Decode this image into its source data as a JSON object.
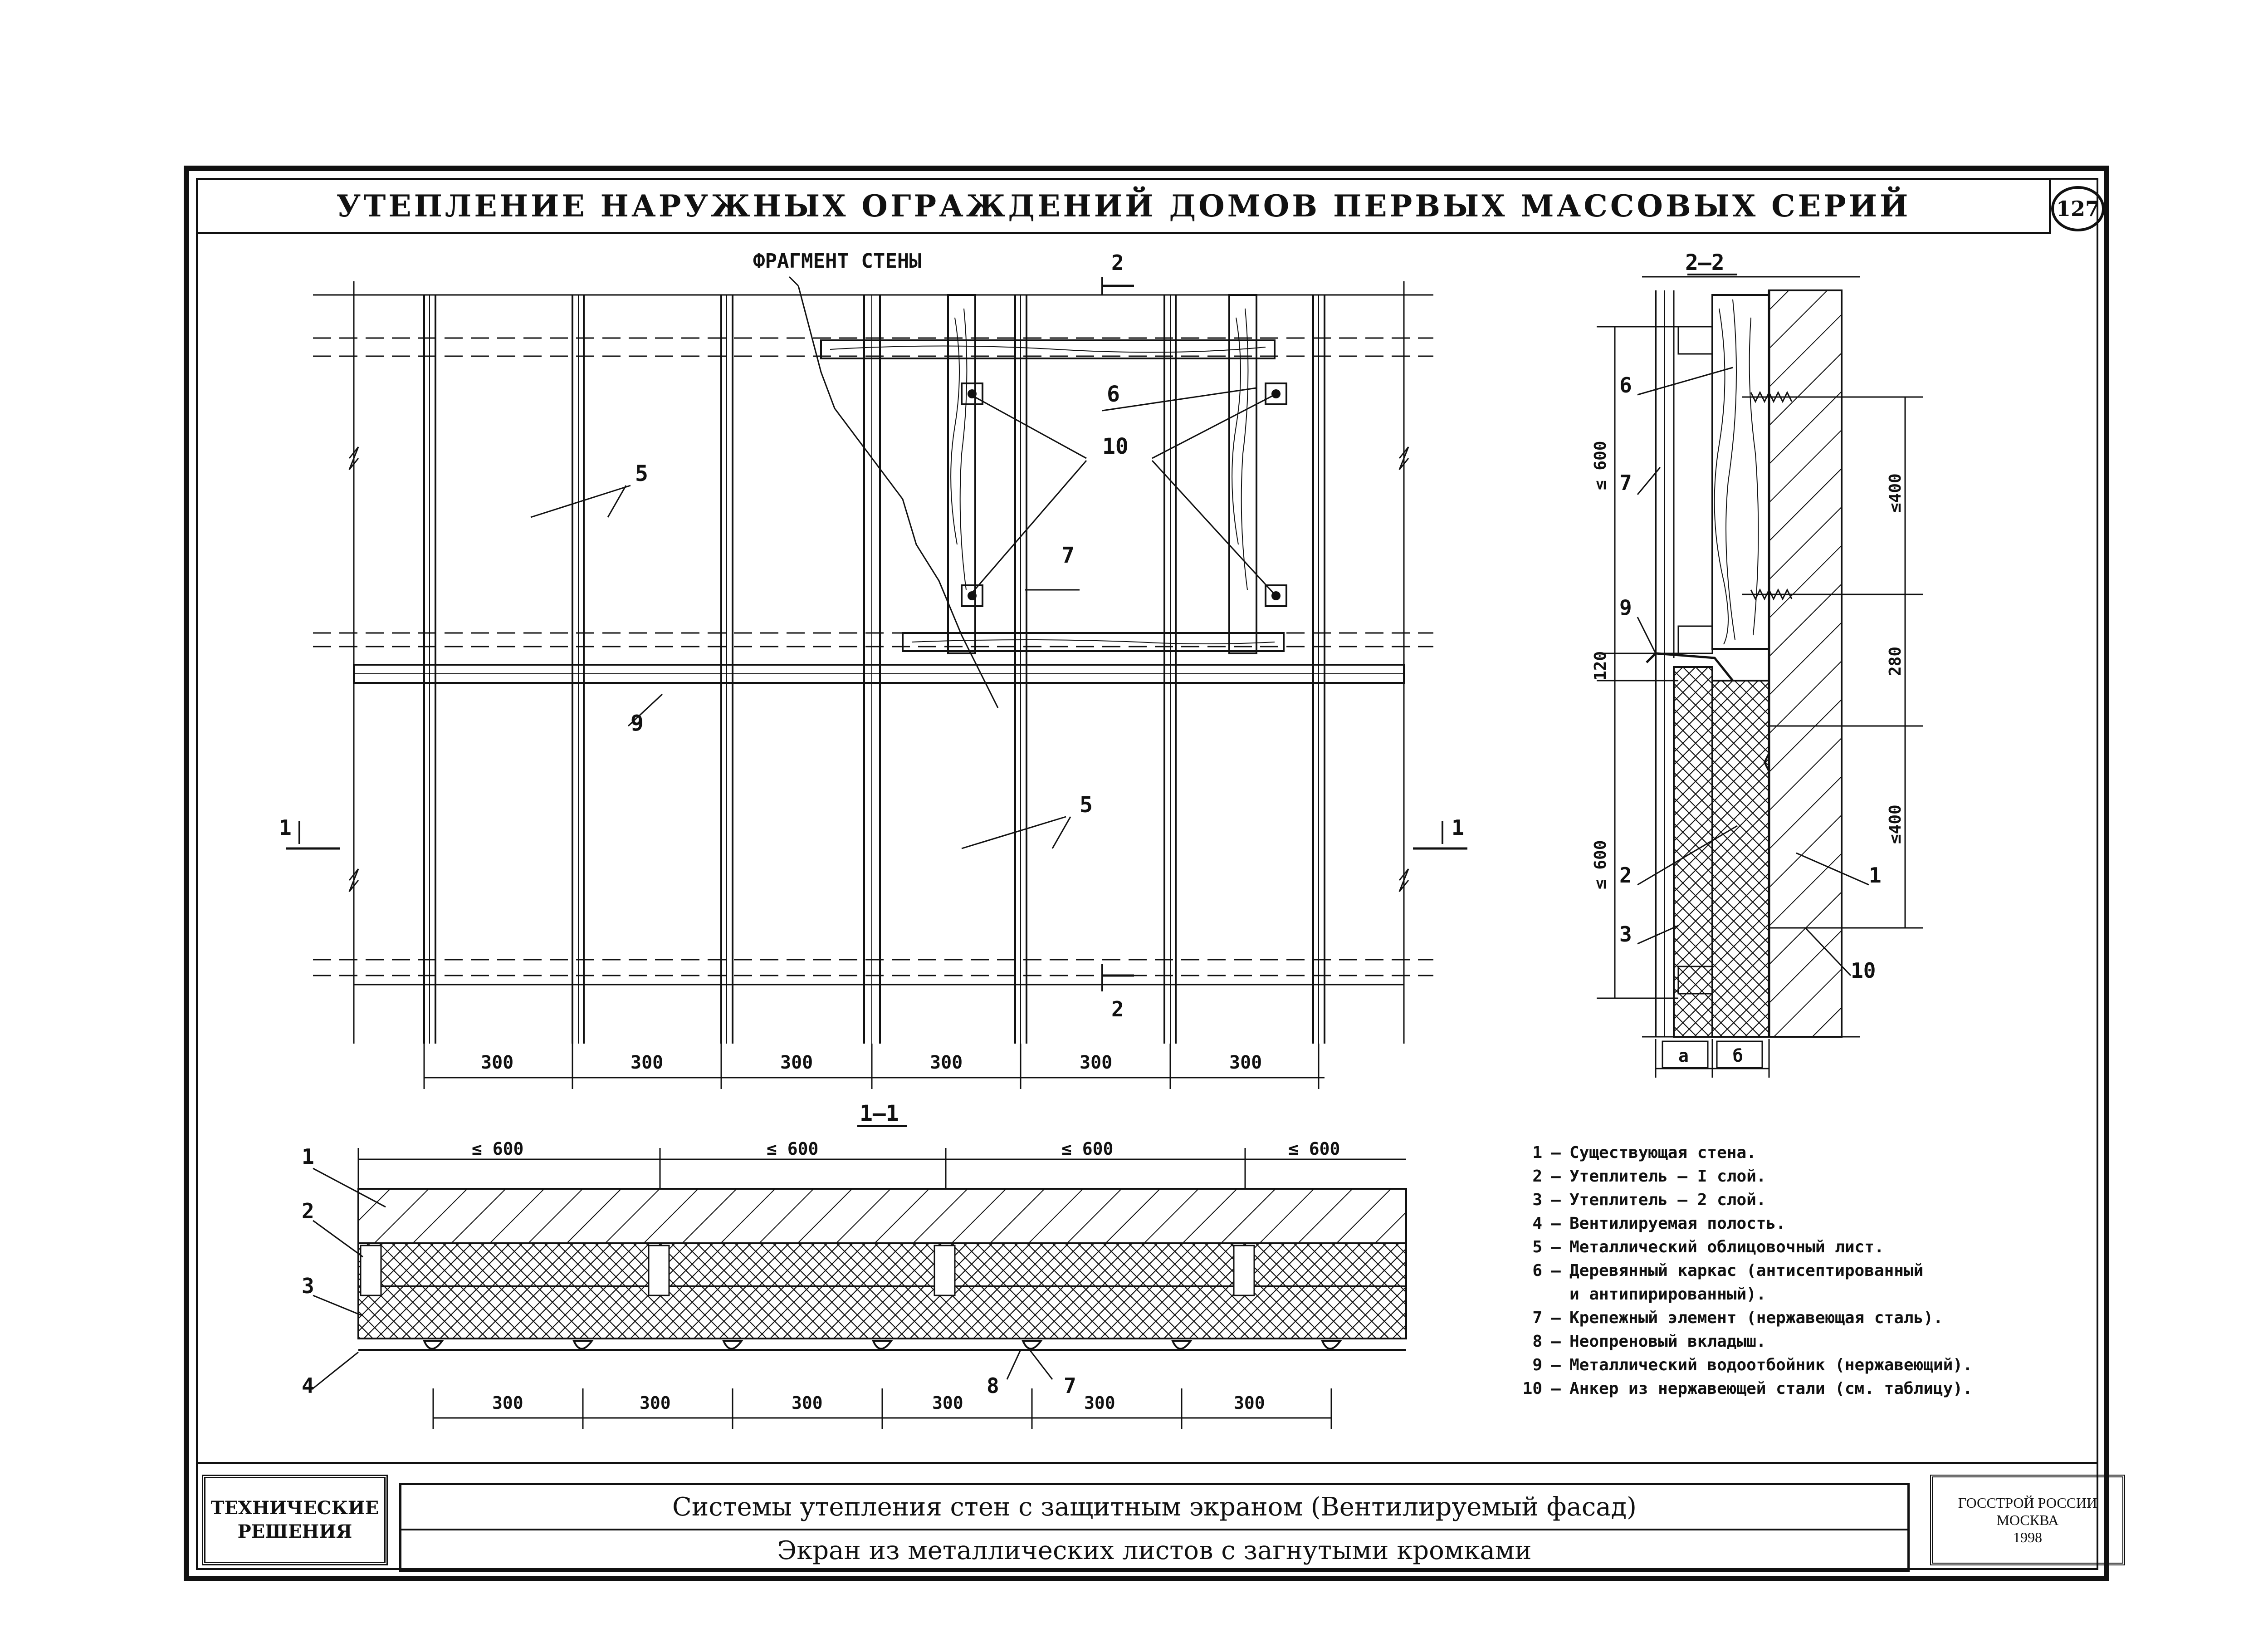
{
  "header": {
    "title": "УТЕПЛЕНИЕ НАРУЖНЫХ ОГРАЖДЕНИЙ ДОМОВ ПЕРВЫХ МАССОВЫХ СЕРИЙ",
    "page_number": "127"
  },
  "fragment": {
    "caption": "ФРАГМЕНТ СТЕНЫ",
    "section_mark_2": "2",
    "section_mark_1": "1",
    "callouts": [
      "5",
      "6",
      "10",
      "7",
      "9",
      "5"
    ],
    "dims": [
      "300",
      "300",
      "300",
      "300",
      "300",
      "300"
    ]
  },
  "section_22": {
    "title": "2–2",
    "callouts": [
      "6",
      "7",
      "9",
      "2",
      "3",
      "1",
      "10"
    ],
    "dims_left": [
      "≤ 600",
      "120",
      "≤ 600"
    ],
    "dims_right": [
      "≤400",
      "280",
      "≤400"
    ],
    "dims_bottom": [
      "а",
      "б"
    ]
  },
  "section_11": {
    "title": "1–1",
    "dims_top": [
      "≤ 600",
      "≤ 600",
      "≤ 600",
      "≤ 600"
    ],
    "dims_bottom": [
      "300",
      "300",
      "300",
      "300",
      "300",
      "300"
    ],
    "callouts": [
      "1",
      "2",
      "3",
      "4",
      "8",
      "7"
    ]
  },
  "legend": [
    {
      "num": "1",
      "text": "Существующая стена."
    },
    {
      "num": "2",
      "text": "Утеплитель – I слой."
    },
    {
      "num": "3",
      "text": "Утеплитель – 2 слой."
    },
    {
      "num": "4",
      "text": "Вентилируемая полость."
    },
    {
      "num": "5",
      "text": "Металлический облицовочный лист."
    },
    {
      "num": "6",
      "text": "Деревянный каркас (антисептированный"
    },
    {
      "num": "",
      "text": "и антипирированный)."
    },
    {
      "num": "7",
      "text": "Крепежный элемент (нержавеющая сталь)."
    },
    {
      "num": "8",
      "text": "Неопреновый вкладыш."
    },
    {
      "num": "9",
      "text": "Металлический водоотбойник (нержавеющий)."
    },
    {
      "num": "10",
      "text": "Анкер из нержавеющей стали (см. таблицу)."
    }
  ],
  "footer": {
    "stamp_left_line1": "ТЕХНИЧЕСКИЕ",
    "stamp_left_line2": "РЕШЕНИЯ",
    "subtitle_1": "Системы утепления стен с защитным экраном (Вентилируемый фасад)",
    "subtitle_2": "Экран из металлических листов с загнутыми кромками",
    "stamp_right_line1": "ГОССТРОЙ РОССИИ",
    "stamp_right_line2": "МОСКВА",
    "stamp_right_line3": "1998"
  }
}
